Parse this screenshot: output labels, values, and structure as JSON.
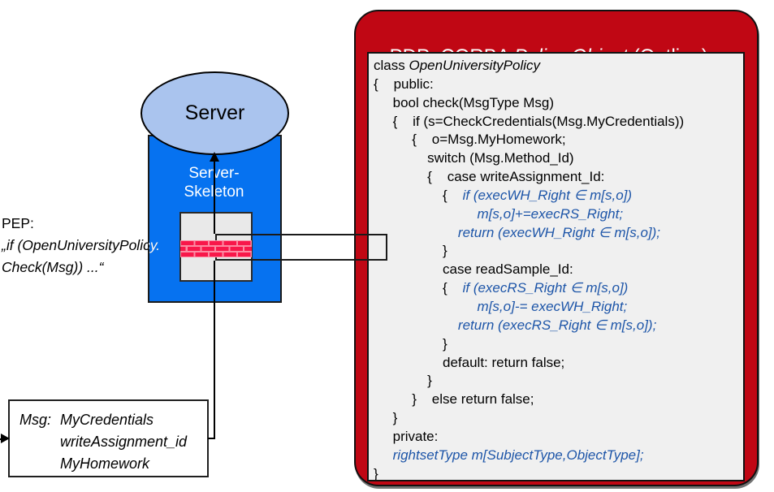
{
  "colors": {
    "red": "#c00714",
    "blue": "#0672f0",
    "lightblue": "#aac4ee",
    "codebg": "#f0f0f0",
    "codeblue": "#1d55a8",
    "brick": "#f8174a",
    "mortar": "#fc8ba3"
  },
  "server": {
    "label": "Server"
  },
  "skeleton": {
    "label_line1": "Server-",
    "label_line2": "Skeleton"
  },
  "pep": {
    "line1": "PEP:",
    "line2": "„if (OpenUniversityPolicy.",
    "line3": "Check(Msg)) ...“"
  },
  "msg_box": {
    "prefix": "Msg:",
    "items": [
      "MyCredentials",
      "writeAssignment_id",
      "MyHomework"
    ]
  },
  "pdp": {
    "title_prefix": "PDP: CORBA ",
    "title_italic": "Policy Object",
    "title_suffix": " (Outline)",
    "code_lines": [
      [
        {
          "t": "class ",
          "s": "r"
        },
        {
          "t": "OpenUniversityPolicy",
          "s": "i"
        }
      ],
      [
        {
          "t": "{    public:",
          "s": "r"
        }
      ],
      [
        {
          "t": "     bool check(MsgType Msg)",
          "s": "r"
        }
      ],
      [
        {
          "t": "     {    if (s=CheckCredentials(Msg.MyCredentials))",
          "s": "r"
        }
      ],
      [
        {
          "t": "          {    o=Msg.MyHomework;",
          "s": "r"
        }
      ],
      [
        {
          "t": "              switch (Msg.Method_Id)",
          "s": "r"
        }
      ],
      [
        {
          "t": "              {    case writeAssignment_Id:",
          "s": "r"
        }
      ],
      [
        {
          "t": "                  {    ",
          "s": "r"
        },
        {
          "t": "if (execWH_Right ∈ m[s,o])",
          "s": "b"
        }
      ],
      [
        {
          "t": "                           ",
          "s": "r"
        },
        {
          "t": "m[s,o]+=execRS_Right;",
          "s": "b"
        }
      ],
      [
        {
          "t": "                      ",
          "s": "r"
        },
        {
          "t": "return (execWH_Right ∈ m[s,o]);",
          "s": "b"
        }
      ],
      [
        {
          "t": "                  }",
          "s": "r"
        }
      ],
      [
        {
          "t": "                  case readSample_Id:",
          "s": "r"
        }
      ],
      [
        {
          "t": "                  {    ",
          "s": "r"
        },
        {
          "t": "if (execRS_Right ∈ m[s,o])",
          "s": "b"
        }
      ],
      [
        {
          "t": "                           ",
          "s": "r"
        },
        {
          "t": "m[s,o]-= execWH_Right;",
          "s": "b"
        }
      ],
      [
        {
          "t": "                      ",
          "s": "r"
        },
        {
          "t": "return (execRS_Right ∈ m[s,o]);",
          "s": "b"
        }
      ],
      [
        {
          "t": "                  }",
          "s": "r"
        }
      ],
      [
        {
          "t": "                  default: return false;",
          "s": "r"
        }
      ],
      [
        {
          "t": "              }",
          "s": "r"
        }
      ],
      [
        {
          "t": "          }    else return false;",
          "s": "r"
        }
      ],
      [
        {
          "t": "     }",
          "s": "r"
        }
      ],
      [
        {
          "t": "     private:",
          "s": "r"
        }
      ],
      [
        {
          "t": "     ",
          "s": "r"
        },
        {
          "t": "rightsetType m[SubjectType,ObjectType];",
          "s": "b"
        }
      ],
      [
        {
          "t": "}",
          "s": "r"
        }
      ]
    ]
  }
}
